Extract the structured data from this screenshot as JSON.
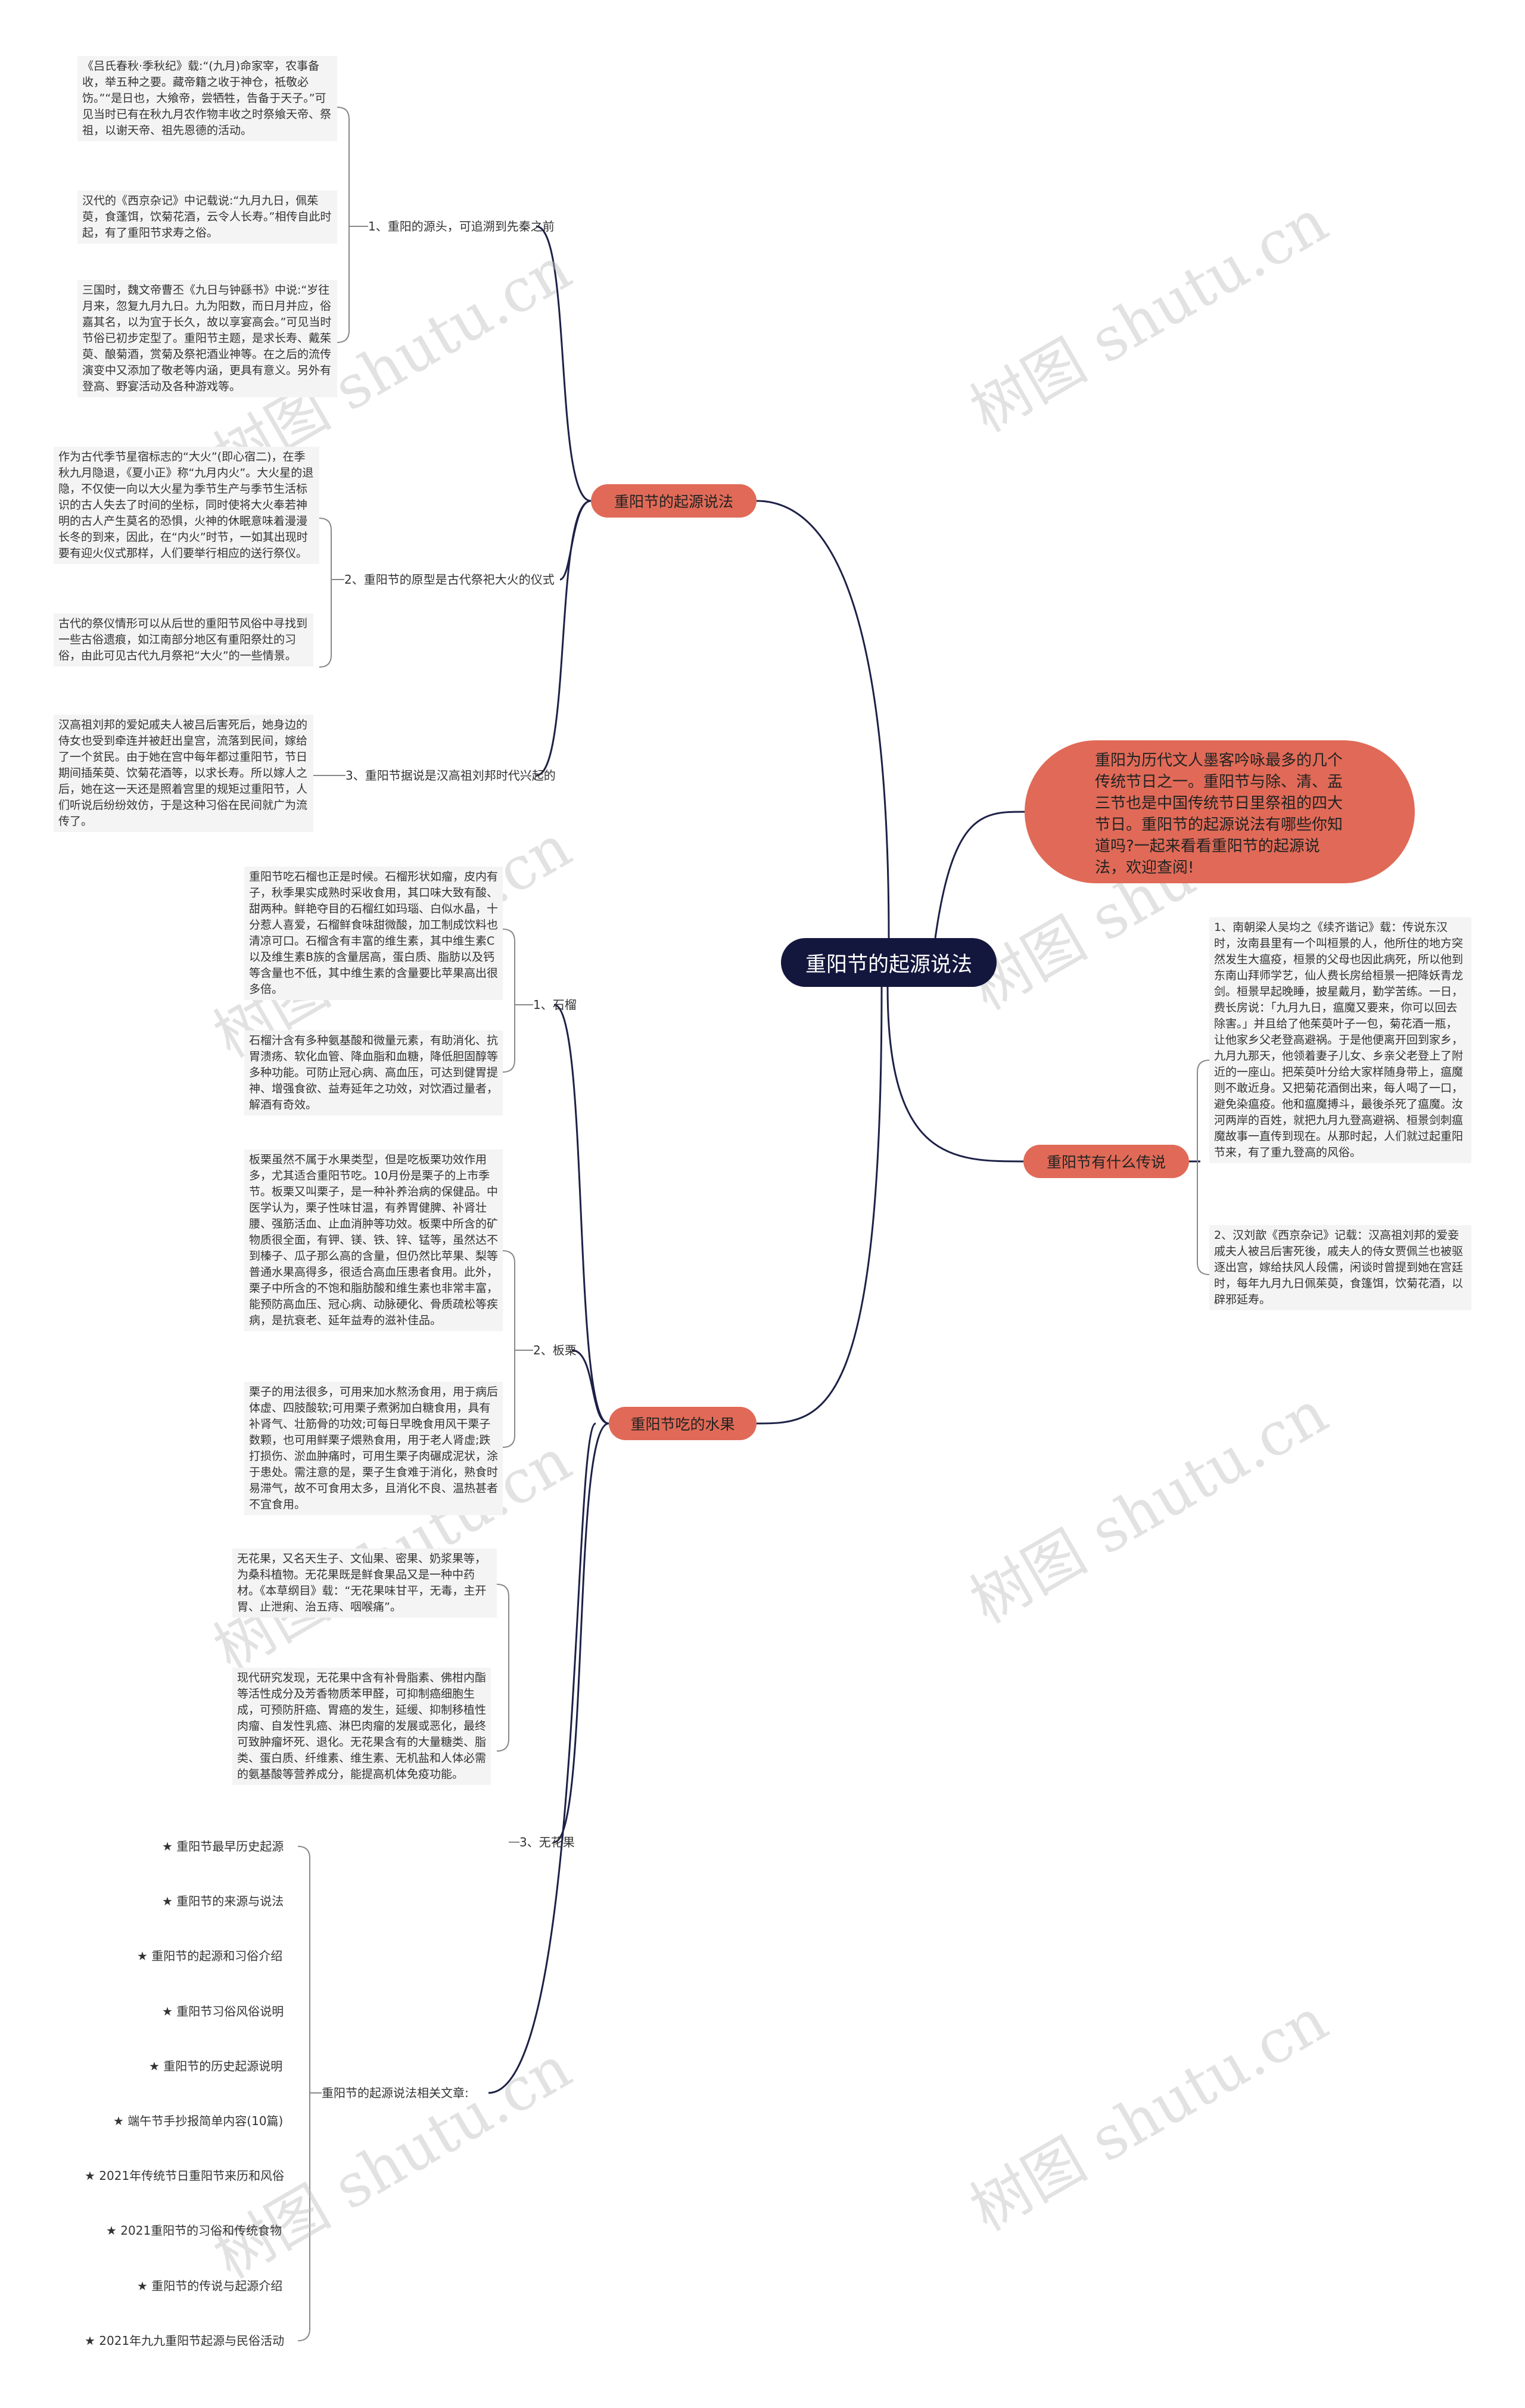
{
  "root": "重阳节的起源说法",
  "intro": "重阳为历代文人墨客吟咏最多的几个传统节日之一。重阳节与除、清、盂三节也是中国传统节日里祭祖的四大节日。重阳节的起源说法有哪些你知道吗?一起来看看重阳节的起源说法，欢迎查阅!",
  "watermark": "树图 shutu.cn",
  "branches": {
    "origin": {
      "title": "重阳节的起源说法",
      "subs": [
        {
          "label": "1、重阳的源头，可追溯到先秦之前",
          "texts": [
            "《吕氏春秋·季秋纪》载:“(九月)命家宰，农事备收，举五种之要。藏帝籍之收于神仓，祗敬必饬。”“是日也，大飨帝，尝牺牲，告备于天子。”可见当时已有在秋九月农作物丰收之时祭飨天帝、祭祖，以谢天帝、祖先恩德的活动。",
            "汉代的《西京杂记》中记载说:“九月九日，佩茱萸，食蓬饵，饮菊花酒，云令人长寿。”相传自此时起，有了重阳节求寿之俗。",
            "三国时，魏文帝曹丕《九日与钟繇书》中说:“岁往月来，忽复九月九日。九为阳数，而日月并应，俗嘉其名，以为宜于长久，故以享宴高会。”可见当时节俗已初步定型了。重阳节主题，是求长寿、戴茱萸、酿菊酒，赏菊及祭祀酒业神等。在之后的流传演变中又添加了敬老等内涵，更具有意义。另外有登高、野宴活动及各种游戏等。"
          ]
        },
        {
          "label": "2、重阳节的原型是古代祭祀大火的仪式",
          "texts": [
            "作为古代季节星宿标志的“大火”(即心宿二)，在季秋九月隐退，《夏小正》称“九月内火”。大火星的退隐，不仅使一向以大火星为季节生产与季节生活标识的古人失去了时间的坐标，同时使将大火奉若神明的古人产生莫名的恐惧，火神的休眠意味着漫漫长冬的到来，因此，在“内火”时节，一如其出现时要有迎火仪式那样，人们要举行相应的送行祭仪。",
            "古代的祭仪情形可以从后世的重阳节风俗中寻找到一些古俗遗痕，如江南部分地区有重阳祭灶的习俗，由此可见古代九月祭祀“大火”的一些情景。"
          ]
        },
        {
          "label": "3、重阳节据说是汉高祖刘邦时代兴起的",
          "texts": [
            "汉高祖刘邦的爱妃戚夫人被吕后害死后，她身边的侍女也受到牵连并被赶出皇宫，流落到民间，嫁给了一个贫民。由于她在宫中每年都过重阳节，节日期间插茱萸、饮菊花酒等，以求长寿。所以嫁人之后，她在这一天还是照着宫里的规矩过重阳节，人们听说后纷纷效仿，于是这种习俗在民间就广为流传了。"
          ]
        }
      ]
    },
    "legend": {
      "title": "重阳节有什么传说",
      "texts": [
        "1、南朝梁人吴均之《续齐谐记》载：传说东汉时，汝南县里有一个叫桓景的人，他所住的地方突然发生大瘟疫，桓景的父母也因此病死，所以他到东南山拜师学艺，仙人费长房给桓景一把降妖青龙剑。桓景早起晚睡，披星戴月，勤学苦练。一日，费长房说：「九月九日，瘟魔又要来，你可以回去除害。」并且给了他茱萸叶子一包，菊花酒一瓶，让他家乡父老登高避祸。于是他便离开回到家乡，九月九那天，他领着妻子儿女、乡亲父老登上了附近的一座山。把茱萸叶分给大家样随身带上，瘟魔则不敢近身。又把菊花酒倒出来，每人喝了一口，避免染瘟疫。他和瘟魔搏斗，最後杀死了瘟魔。汝河两岸的百姓，就把九月九登高避祸、桓景剑刺瘟魔故事一直传到现在。从那时起，人们就过起重阳节来，有了重九登高的风俗。",
        "2、汉刘歆《西京杂记》记载：汉高祖刘邦的爱妾戚夫人被吕后害死後，戚夫人的侍女贾佩兰也被驱逐出宫，嫁给扶风人段儒，闲谈时曾提到她在宫廷时，每年九月九日佩茱萸，食篷饵，饮菊花酒，以辟邪延寿。"
      ]
    },
    "fruit": {
      "title": "重阳节吃的水果",
      "subs": [
        {
          "label": "1、石榴",
          "texts": [
            "重阳节吃石榴也正是时候。石榴形状如瘤，皮内有子，秋季果实成熟时采收食用，其口味大致有酸、甜两种。鲜艳夺目的石榴红如玛瑙、白似水晶，十分惹人喜爱，石榴鲜食味甜微酸，加工制成饮料也清凉可口。石榴含有丰富的维生素，其中维生素C以及维生素B族的含量居高，蛋白质、脂肪以及钙等含量也不低，其中维生素的含量要比苹果高出很多倍。",
            "石榴汁含有多种氨基酸和微量元素，有助消化、抗胃溃疡、软化血管、降血脂和血糖，降低胆固醇等多种功能。可防止冠心病、高血压，可达到健胃提神、增强食欲、益寿延年之功效，对饮酒过量者，解酒有奇效。"
          ]
        },
        {
          "label": "2、板栗",
          "texts": [
            "板栗虽然不属于水果类型，但是吃板栗功效作用多，尤其适合重阳节吃。10月份是栗子的上市季节。板栗又叫栗子，是一种补养治病的保健品。中医学认为，栗子性味甘温，有养胃健脾、补肾壮腰、强筋活血、止血消肿等功效。板栗中所含的矿物质很全面，有钾、镁、铁、锌、锰等，虽然达不到榛子、瓜子那么高的含量，但仍然比苹果、梨等普通水果高得多，很适合高血压患者食用。此外，栗子中所含的不饱和脂肪酸和维生素也非常丰富，能预防高血压、冠心病、动脉硬化、骨质疏松等疾病，是抗衰老、延年益寿的滋补佳品。",
            "栗子的用法很多，可用来加水熬汤食用，用于病后体虚、四肢酸软;可用栗子煮粥加白糖食用，具有补肾气、壮筋骨的功效;可每日早晚食用风干栗子数颗，也可用鲜栗子煨熟食用，用于老人肾虚;跌打损伤、淤血肿痛时，可用生栗子肉碾成泥状，涂于患处。需注意的是，栗子生食难于消化，熟食时易滞气，故不可食用太多，且消化不良、温热甚者不宜食用。"
          ]
        },
        {
          "label": "3、无花果",
          "texts": [
            "无花果，又名天生子、文仙果、密果、奶浆果等，为桑科植物。无花果既是鲜食果品又是一种中药材。《本草纲目》载：“无花果味甘平，无毒，主开胃、止泄痢、治五痔、咽喉痛”。",
            "现代研究发现，无花果中含有补骨脂素、佛柑内酯等活性成分及芳香物质苯甲醛，可抑制癌细胞生成，可预防肝癌、胃癌的发生，延缓、抑制移植性肉瘤、自发性乳癌、淋巴肉瘤的发展或恶化，最终可致肿瘤坏死、退化。无花果含有的大量糖类、脂类、蛋白质、纤维素、维生素、无机盐和人体必需的氨基酸等营养成分，能提高机体免疫功能。"
          ]
        }
      ]
    },
    "related": {
      "title": "重阳节的起源说法相关文章:",
      "items": [
        "★ 重阳节最早历史起源",
        "★ 重阳节的来源与说法",
        "★ 重阳节的起源和习俗介绍",
        "★ 重阳节习俗风俗说明",
        "★ 重阳节的历史起源说明",
        "★ 端午节手抄报简单内容(10篇)",
        "★ 2021年传统节日重阳节来历和风俗",
        "★ 2021重阳节的习俗和传统食物",
        "★ 重阳节的传说与起源介绍",
        "★ 2021年九九重阳节起源与民俗活动"
      ]
    }
  }
}
